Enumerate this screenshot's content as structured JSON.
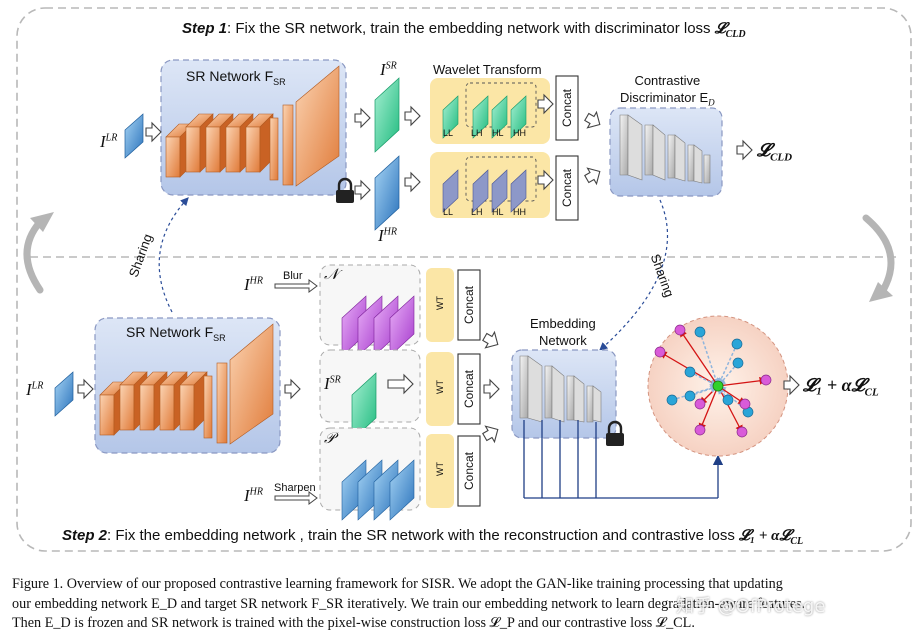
{
  "step1": {
    "prefix": "Step 1",
    "text": ": Fix the SR network, train the embedding network with discriminator loss ",
    "loss": "𝓛",
    "loss_sub": "CLD"
  },
  "step2": {
    "prefix": "Step 2",
    "text": ": Fix the embedding network , train the SR network with the reconstruction and contrastive loss ",
    "loss": "𝓛₁ + α𝓛",
    "loss_sub": "CL"
  },
  "sr_network": {
    "label": "SR Network F",
    "sub": "SR"
  },
  "images": {
    "I": "I",
    "LR": "LR",
    "SR": "SR",
    "HR": "HR"
  },
  "wavelet": {
    "title": "Wavelet Transform",
    "bands": [
      "LL",
      "LH",
      "HL",
      "HH"
    ]
  },
  "concat": "Concat",
  "wt": "WT",
  "discriminator": {
    "line1": "Contrastive",
    "line2": "Discriminator E",
    "sub": "D"
  },
  "embedding": {
    "line1": "Embedding",
    "line2": "Network"
  },
  "loss_cld": {
    "main": "𝓛",
    "sub": "CLD"
  },
  "loss_final": {
    "main": "𝓛₁ + α𝓛",
    "sub": "CL"
  },
  "sharing": "Sharing",
  "blur": "Blur",
  "sharpen": "Sharpen",
  "set_N": "𝒩",
  "set_P": "𝒫",
  "caption": [
    "Figure 1.  Overview of our proposed contrastive learning framework for SISR. We adopt the GAN-like training processing that updating",
    "our embedding network E_D and target SR network F_SR iteratively. We train our embedding network to learn degradation-aware features.",
    "Then E_D is frozen and SR network is trained with the pixel-wise construction loss 𝓛_P and our contrastive loss 𝓛_CL."
  ],
  "watermark": "知乎 @OfProtege",
  "colors": {
    "sr_box": "#c9d6ee",
    "orange": "#e8894a",
    "green": "#3fcf9a",
    "blue": "#3a86c8",
    "purple": "#b44fd8",
    "yellow": "#fae8a8",
    "gray": "#c9c9c9",
    "dark_blue": "#1f3f86"
  }
}
